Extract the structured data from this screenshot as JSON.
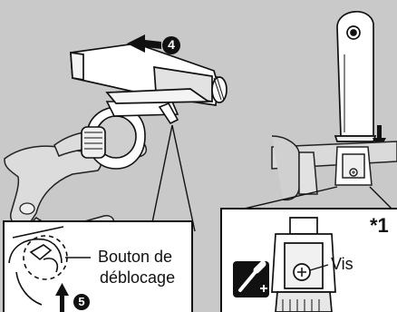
{
  "callouts": {
    "release_button_line1": "Bouton de",
    "release_button_line2": "déblocage",
    "screw": "Vis"
  },
  "markers": {
    "step_slide_off": "4",
    "step_press_button": "5",
    "footnote": "*1"
  },
  "icons": [
    "arrow-left-icon",
    "arrow-up-icon",
    "arrow-down-icon",
    "screwdriver-icon",
    "step-number-icon"
  ],
  "colors": {
    "background": "#c9c9c9",
    "panel": "#ffffff",
    "line": "#111111",
    "device_body": "#ffffff",
    "hand": "#d6d6d6"
  }
}
